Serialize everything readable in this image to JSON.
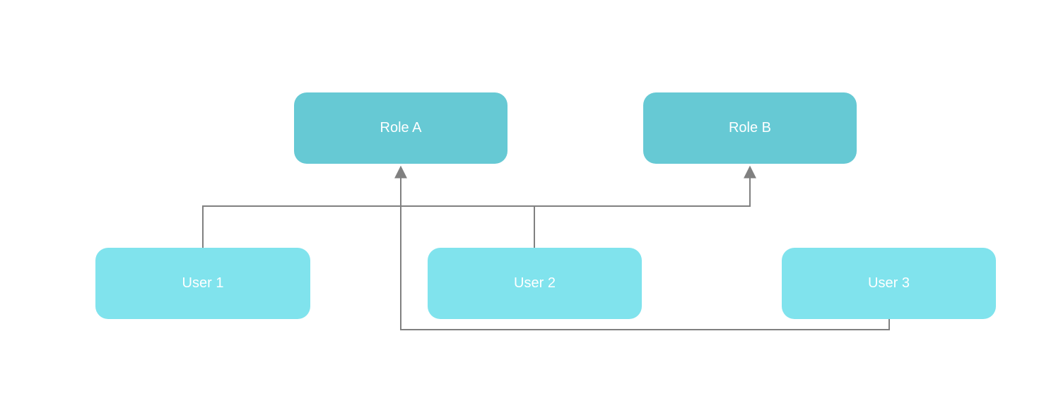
{
  "diagram": {
    "nodes": [
      {
        "id": "role-a",
        "label": "Role A",
        "type": "role"
      },
      {
        "id": "role-b",
        "label": "Role B",
        "type": "role"
      },
      {
        "id": "user-1",
        "label": "User 1",
        "type": "user"
      },
      {
        "id": "user-2",
        "label": "User 2",
        "type": "user"
      },
      {
        "id": "user-3",
        "label": "User 3",
        "type": "user"
      }
    ],
    "edges": [
      {
        "from": "user-1",
        "to": "role-b",
        "arrow": "to"
      },
      {
        "from": "user-2",
        "to": "role-b",
        "arrow": "to"
      },
      {
        "from": "user-3",
        "to": "role-a",
        "arrow": "to"
      }
    ],
    "colors": {
      "role_fill": "#66C9D4",
      "user_fill": "#80E3ED",
      "node_text": "#FFFFFF",
      "connector": "#808080",
      "background": "#FFFFFF"
    }
  }
}
